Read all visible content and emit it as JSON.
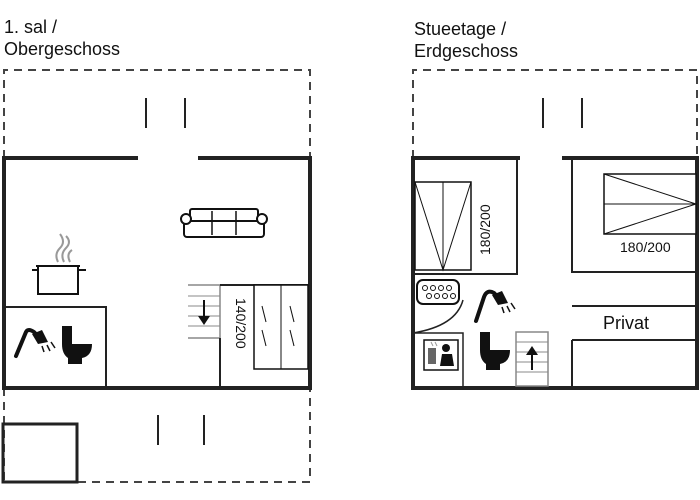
{
  "floors": {
    "upper": {
      "title_line1": "1. sal /",
      "title_line2": "Obergeschoss",
      "bed_label": "140/200"
    },
    "ground": {
      "title_line1": "Stueetage /",
      "title_line2": "Erdgeschoss",
      "bed_left_label": "180/200",
      "bed_right_label": "180/200",
      "private_label": "Privat"
    }
  },
  "colors": {
    "wall": "#222222",
    "dashed": "#444444",
    "background": "#ffffff"
  },
  "icons": [
    "sofa-icon",
    "cooking-pot-icon",
    "shower-icon",
    "toilet-icon",
    "bed-icon",
    "hot-tub-icon",
    "sauna-icon",
    "stairs-down-icon",
    "stairs-up-icon"
  ]
}
